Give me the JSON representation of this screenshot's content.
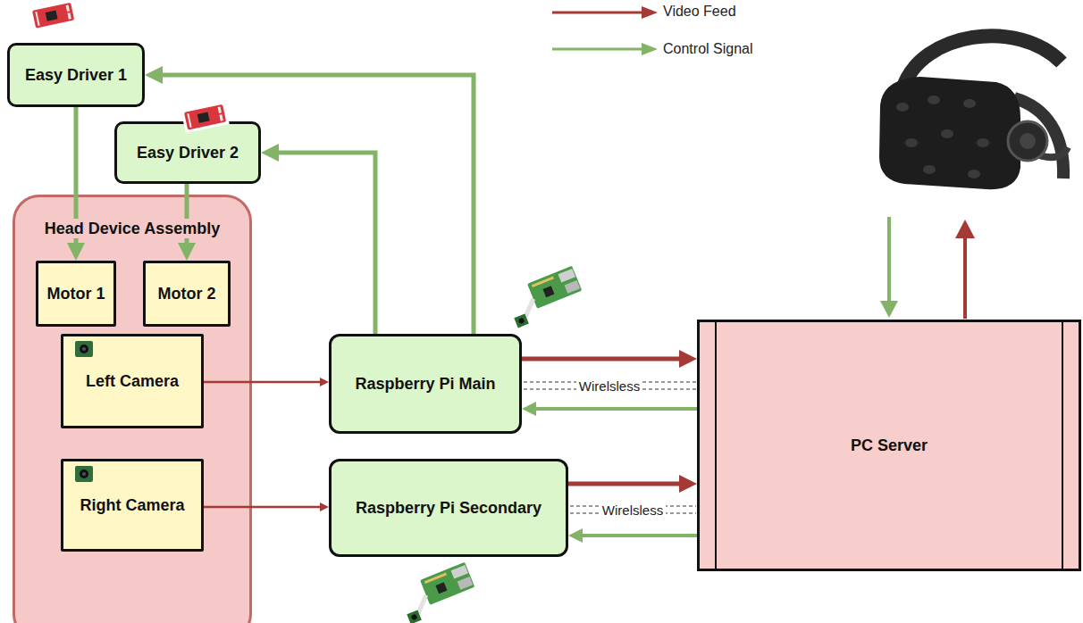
{
  "diagram": {
    "nodes": [
      {
        "text": [
          "Easy Driver 1"
        ]
      },
      {
        "text": [
          "Easy Driver 2"
        ]
      },
      {
        "text": [
          "Head Device Assembly"
        ]
      },
      {
        "text": [
          "Motor 1"
        ],
        "in": 2
      },
      {
        "text": [
          "Motor 2"
        ],
        "in": 2
      },
      {
        "text": [
          "Left Camera"
        ],
        "in": 2
      },
      {
        "text": [
          "Right Camera"
        ],
        "in": 2
      },
      {
        "text": [
          "Raspberry Pi Main"
        ]
      },
      {
        "text": [
          "Raspberry Pi Secondary"
        ]
      },
      {
        "text": [
          "PC Server"
        ]
      }
    ],
    "edges": [
      {
        "from": 0,
        "to": 3,
        "arrow": "to"
      },
      {
        "from": 1,
        "to": 4,
        "arrow": "to"
      },
      {
        "from": 7,
        "to": 0,
        "arrow": "to"
      },
      {
        "from": 7,
        "to": 1,
        "arrow": "to"
      },
      {
        "from": 5,
        "to": 7,
        "arrow": "to"
      },
      {
        "from": 6,
        "to": 8,
        "arrow": "to"
      },
      {
        "from": 7,
        "to": 9,
        "arrow": "to",
        "label": "Wirelsless"
      },
      {
        "from": 9,
        "to": 7,
        "arrow": "to"
      },
      {
        "from": 8,
        "to": 9,
        "arrow": "to",
        "label": "Wirelsless"
      },
      {
        "from": 9,
        "to": 8,
        "arrow": "to"
      }
    ],
    "legend": [
      {
        "text": "Video Feed"
      },
      {
        "text": "Control Signal"
      }
    ]
  }
}
